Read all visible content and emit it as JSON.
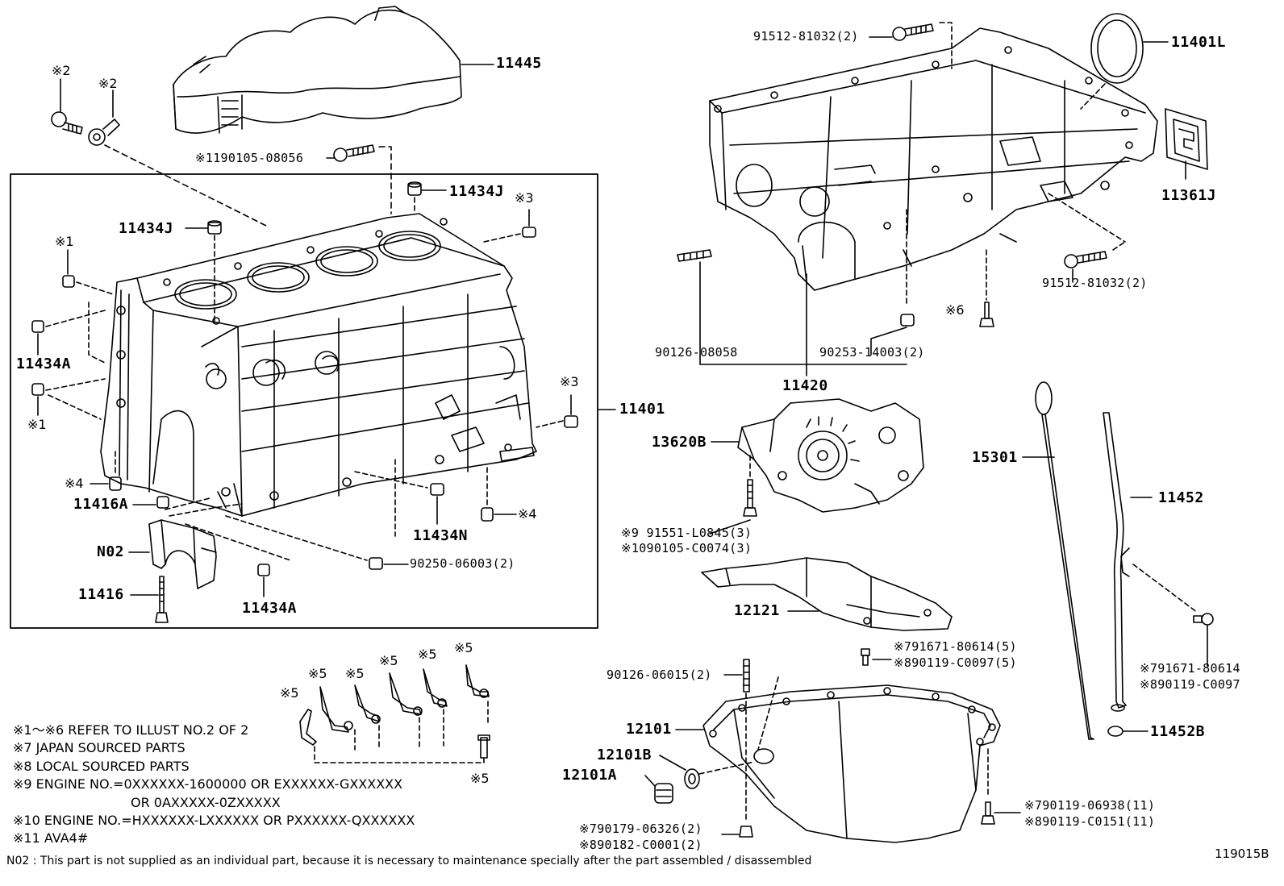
{
  "callouts": {
    "p11445": "11445",
    "p11401L": "11401L",
    "p11361J": "11361J",
    "bolt_top_right": "91512-81032(2)",
    "bolt_mid_right": "91512-81032(2)",
    "mark2a": "※2",
    "mark2b": "※2",
    "bolt_11": "※1190105-08056",
    "p11434J_top": "11434J",
    "mark3_top": "※3",
    "p11434J_left": "11434J",
    "mark1_top": "※1",
    "p11434A_left": "11434A",
    "mark1_bottom": "※1",
    "mark4_left": "※4",
    "p11416A": "11416A",
    "pN02": "N02",
    "p11416": "11416",
    "p11434A_bottom": "11434A",
    "p11434N": "11434N",
    "p90250": "90250-06003(2)",
    "mark4_right": "※4",
    "mark3_right": "※3",
    "p11401": "11401",
    "mark6": "※6",
    "p90126_08058": "90126-08058",
    "p90253": "90253-14003(2)",
    "p11420": "11420",
    "p13620B": "13620B",
    "p15301": "15301",
    "p11452": "11452",
    "bolt_9": "※9  91551-L0845(3)",
    "bolt_10": "※1090105-C0074(3)",
    "p12121": "12121",
    "bolt_7a": "※791671-80614(5)",
    "bolt_8a": "※890119-C0097(5)",
    "bolt_7b": "※791671-80614",
    "bolt_8b": "※890119-C0097",
    "p90126_06015": "90126-06015(2)",
    "p12101": "12101",
    "p12101B": "12101B",
    "p12101A": "12101A",
    "p11452B": "11452B",
    "bolt_7c": "※790119-06938(11)",
    "bolt_8c": "※890119-C0151(11)",
    "bolt_7d": "※790179-06326(2)",
    "bolt_8d": "※890182-C0001(2)",
    "mark5_1": "※5",
    "mark5_2": "※5",
    "mark5_3": "※5",
    "mark5_4": "※5",
    "mark5_5": "※5",
    "mark5_6": "※5",
    "mark5_7": "※5"
  },
  "notes": {
    "n1": "※1～※6  REFER TO ILLUST NO.2 OF 2",
    "n7": "※7 JAPAN SOURCED PARTS",
    "n8": "※8 LOCAL SOURCED PARTS",
    "n9": "※9  ENGINE NO.=0XXXXXX-1600000 OR EXXXXXX-GXXXXXX",
    "n9b": "OR 0AXXXXX-0ZXXXXX",
    "n10": "※10 ENGINE NO.=HXXXXXX-LXXXXXX OR PXXXXXX-QXXXXXX",
    "n11": "※11 AVA4#"
  },
  "footnote": "N02 : This part is not supplied as an individual part, because it is necessary to maintenance specially after the part assembled / disassembled",
  "illustration_code": "119015B"
}
